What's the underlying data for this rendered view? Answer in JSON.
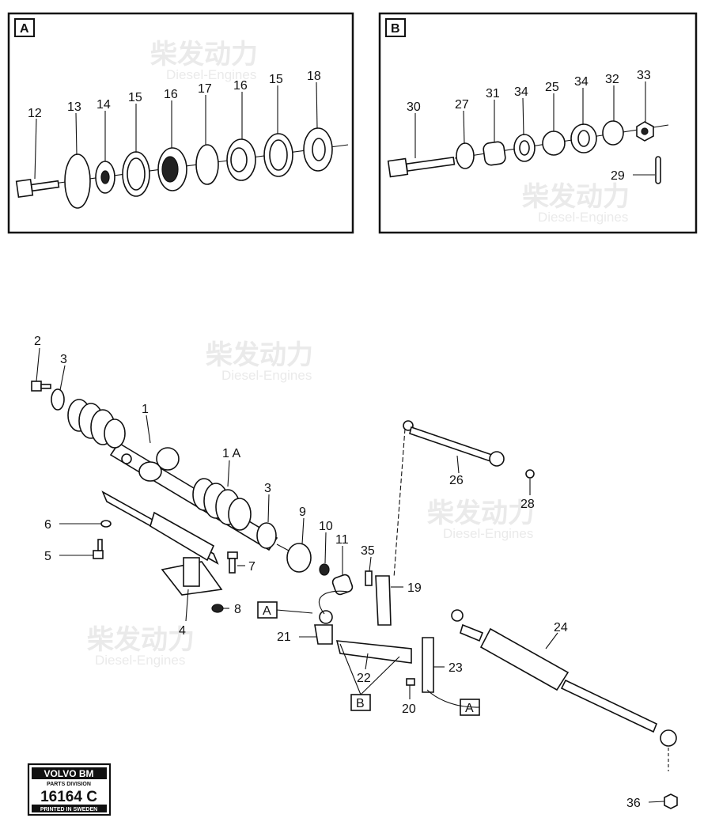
{
  "panels": {
    "a": {
      "tag": "A"
    },
    "b": {
      "tag": "B"
    }
  },
  "watermark": {
    "brand": "柴发动力",
    "sub": "Diesel-Engines"
  },
  "labels": {
    "p12": "12",
    "p13": "13",
    "p14": "14",
    "p15a": "15",
    "p16a": "16",
    "p17": "17",
    "p16b": "16",
    "p15b": "15",
    "p18": "18",
    "p30": "30",
    "p27": "27",
    "p31": "31",
    "p34a": "34",
    "p25": "25",
    "p34b": "34",
    "p32": "32",
    "p33": "33",
    "p29": "29",
    "p2": "2",
    "p3a": "3",
    "p1": "1",
    "p1a": "1 A",
    "p3b": "3",
    "p9": "9",
    "p10": "10",
    "p11": "11",
    "p35": "35",
    "p19": "19",
    "p6": "6",
    "p5": "5",
    "p7": "7",
    "p8": "8",
    "p4": "4",
    "p21": "21",
    "p22": "22",
    "p23": "23",
    "p20": "20",
    "p24": "24",
    "p26": "26",
    "p28": "28",
    "p36": "36",
    "refA1": "A",
    "refA2": "A",
    "refB": "B"
  },
  "stamp": {
    "brand": "VOLVO BM",
    "division": "PARTS DIVISION",
    "code": "16164 C",
    "printed": "PRINTED IN SWEDEN"
  }
}
